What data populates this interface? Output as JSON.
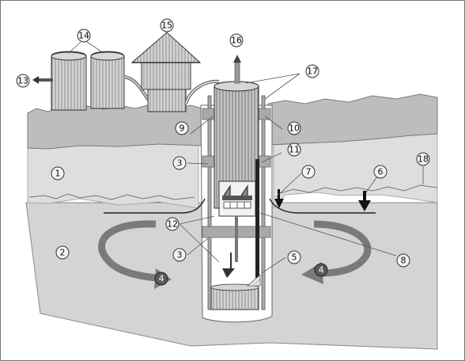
{
  "callouts": [
    "1",
    "2",
    "3",
    "3",
    "4",
    "4",
    "5",
    "6",
    "7",
    "8",
    "9",
    "10",
    "11",
    "12",
    "13",
    "14",
    "15",
    "16",
    "17",
    "18"
  ],
  "colors": {
    "surface_layer": "#b9b9b9",
    "aquifer_upper": "#dadada",
    "aquifer_lower": "#d2d2d2",
    "tank": "#cccccc",
    "flow_arrow": "#777777",
    "outline": "#333333",
    "borehole": "#ffffff"
  }
}
